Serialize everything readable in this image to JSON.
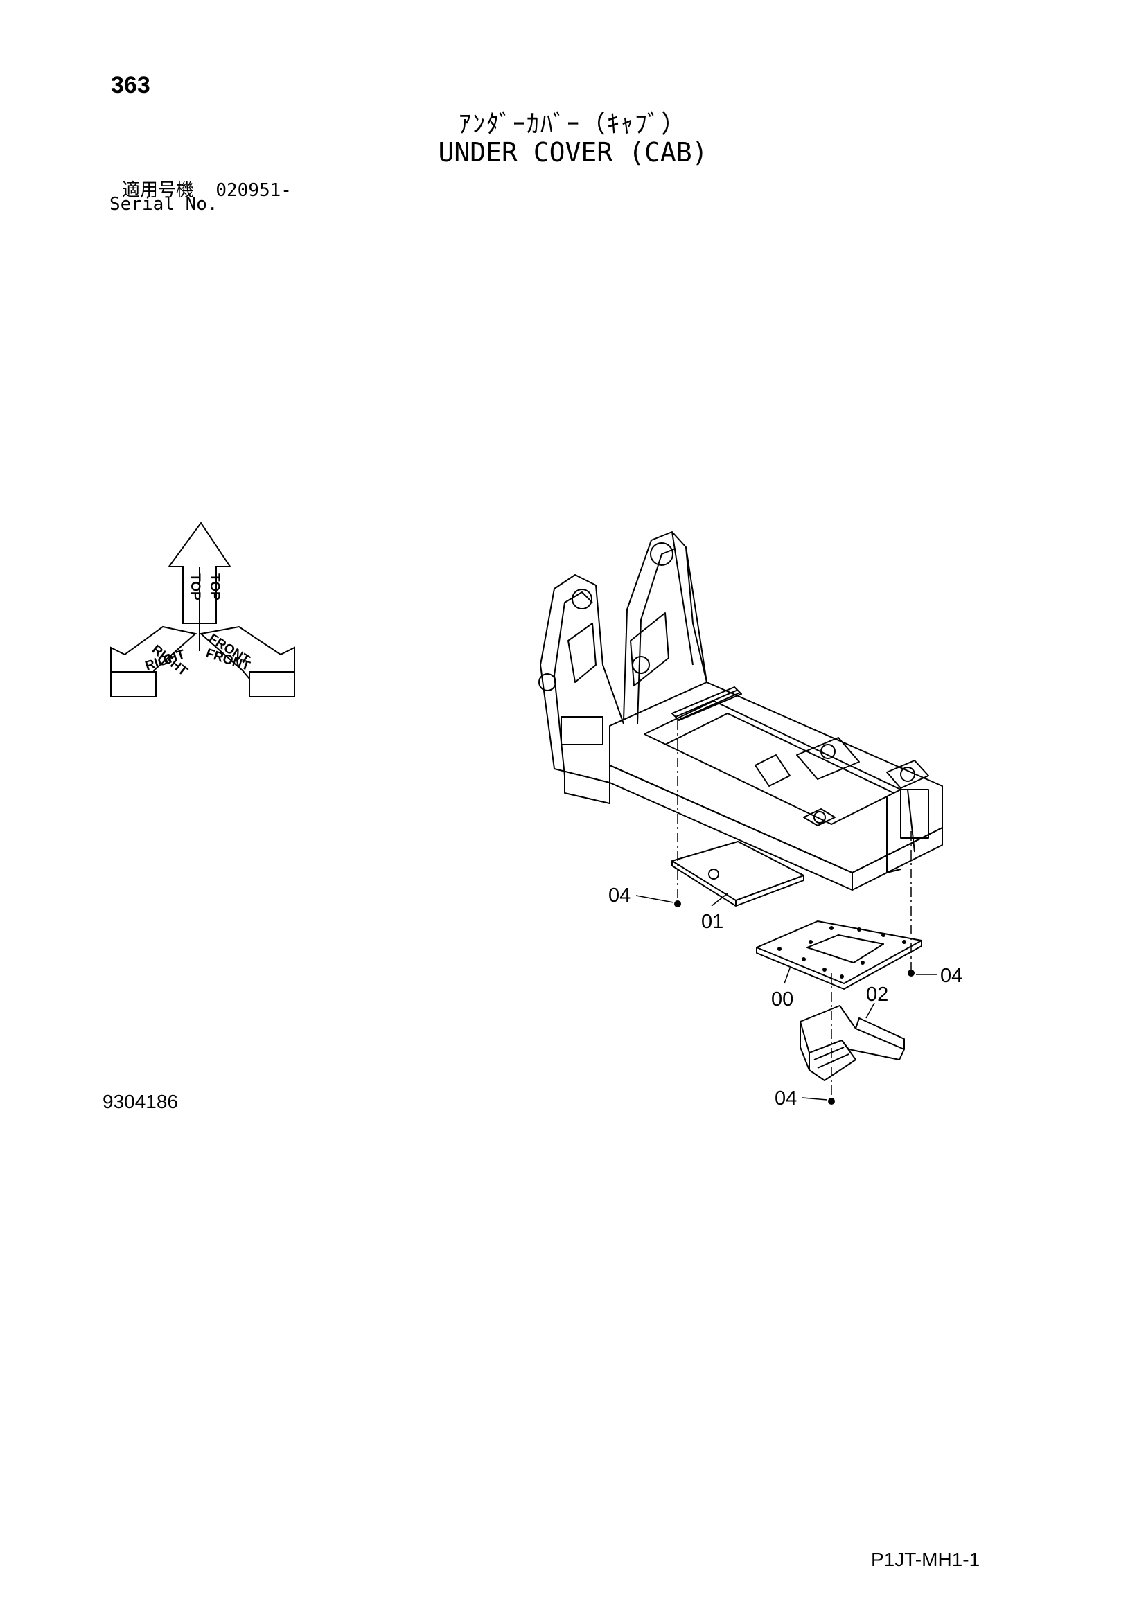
{
  "header": {
    "page_number": "363",
    "title_jp": "ｱﾝﾀﾞｰｶﾊﾞｰ（ｷｬﾌﾞ）",
    "title_en": "UNDER COVER (CAB)",
    "serial_label_jp": "適用号機",
    "serial_value": "020951-",
    "serial_label_en": "Serial No."
  },
  "orientation_indicator": {
    "top": "TOP",
    "right": "RIGHT",
    "front": "FRONT"
  },
  "callouts": {
    "c01": "01",
    "c00": "00",
    "c02": "02",
    "c04_left": "04",
    "c04_right": "04",
    "c04_bottom": "04"
  },
  "footer": {
    "illustration_number": "9304186",
    "document_code": "P1JT-MH1-1"
  }
}
